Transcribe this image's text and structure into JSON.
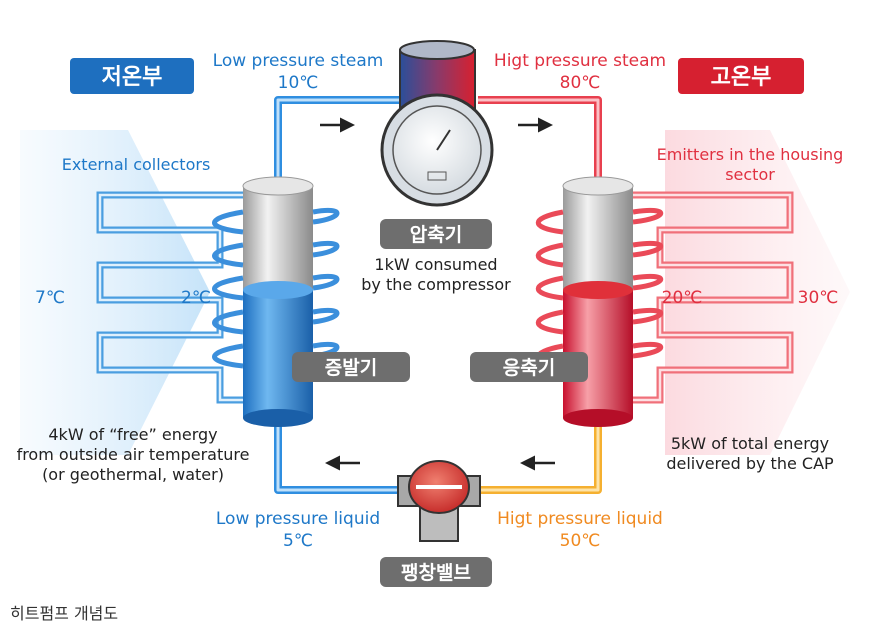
{
  "zones": {
    "cold": "저온부",
    "hot": "고온부"
  },
  "top_left": {
    "line1": "Low pressure steam",
    "line2": "10℃"
  },
  "top_right": {
    "line1": "Higt pressure steam",
    "line2": "80℃"
  },
  "bottom_left": {
    "line1": "Low pressure liquid",
    "line2": "5℃"
  },
  "bottom_right": {
    "line1": "Higt pressure liquid",
    "line2": "50℃"
  },
  "collectors": "External collectors",
  "emitters": {
    "line1": "Emitters in the housing",
    "line2": "sector"
  },
  "temps": {
    "outside": "7℃",
    "evap": "2℃",
    "cond": "20℃",
    "house": "30℃"
  },
  "compressor": {
    "label": "압축기",
    "note1": "1kW consumed",
    "note2": "by the compressor"
  },
  "evaporator": "증발기",
  "condenser": "응축기",
  "valve": "팽창밸브",
  "free_energy": {
    "line1": "4kW of “free” energy",
    "line2": "from outside air temperature",
    "line3": "(or geothermal, water)"
  },
  "total_energy": {
    "line1": "5kW of total energy",
    "line2": "delivered by the CAP"
  },
  "caption": "히트펌프 개념도",
  "colors": {
    "cold": "#1e78c8",
    "hot": "#e03040",
    "liquid_hot": "#f08a20",
    "badge": "#6e6e6e"
  }
}
